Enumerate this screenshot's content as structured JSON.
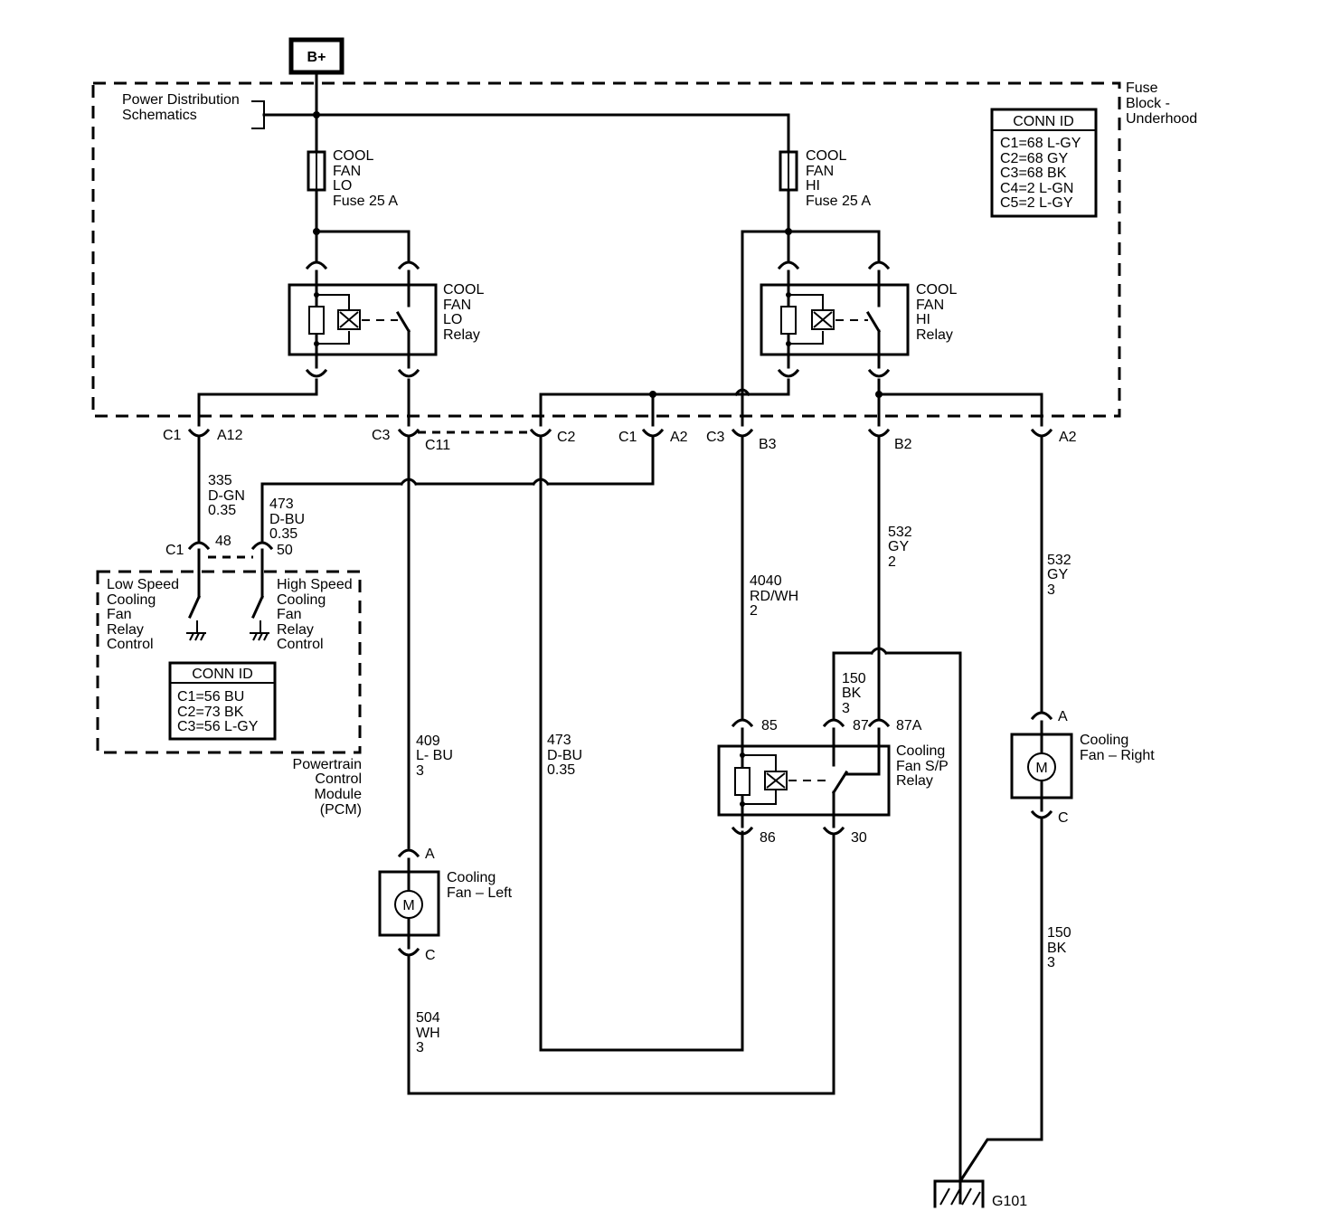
{
  "diagram": {
    "battery": "B+",
    "power_distribution": [
      "Power Distribution",
      "Schematics"
    ],
    "fuse_block_label": [
      "Fuse",
      "Block -",
      "Underhood"
    ],
    "fuse_block_conn": {
      "title": "CONN ID",
      "lines": [
        "C1=68 L-GY",
        "C2=68 GY",
        "C3=68 BK",
        "C4=2 L-GN",
        "C5=2 L-GY"
      ]
    },
    "fuse_lo": [
      "COOL",
      "FAN",
      "LO",
      "Fuse 25 A"
    ],
    "fuse_hi": [
      "COOL",
      "FAN",
      "HI",
      "Fuse 25 A"
    ],
    "relay_lo": [
      "COOL",
      "FAN",
      "LO",
      "Relay"
    ],
    "relay_hi": [
      "COOL",
      "FAN",
      "HI",
      "Relay"
    ],
    "connectors": {
      "c1_a12": [
        "C1",
        "A12"
      ],
      "c3_c11": [
        "C3",
        "C11"
      ],
      "c2": "C2",
      "c1_a2": [
        "C1",
        "A2"
      ],
      "c3_b3": [
        "C3",
        "B3"
      ],
      "b2": "B2",
      "a2_right": "A2",
      "pcm_c1": "C1",
      "pcm_48": "48",
      "pcm_50": "50"
    },
    "wires": {
      "w335": [
        "335",
        "D-GN",
        "0.35"
      ],
      "w473_top": [
        "473",
        "D-BU",
        "0.35"
      ],
      "w409": [
        "409",
        "L- BU",
        "3"
      ],
      "w473_mid": [
        "473",
        "D-BU",
        "0.35"
      ],
      "w4040": [
        "4040",
        "RD/WH",
        "2"
      ],
      "w532_mid": [
        "532",
        "GY",
        "2"
      ],
      "w532_right": [
        "532",
        "GY",
        "3"
      ],
      "w150_relay": [
        "150",
        "BK",
        "3"
      ],
      "w504": [
        "504",
        "WH",
        "3"
      ],
      "w150_right": [
        "150",
        "BK",
        "3"
      ]
    },
    "pcm": {
      "low_speed": [
        "Low Speed",
        "Cooling",
        "Fan",
        "Relay",
        "Control"
      ],
      "high_speed": [
        "High Speed",
        "Cooling",
        "Fan",
        "Relay",
        "Control"
      ],
      "conn_title": "CONN ID",
      "conn_lines": [
        "C1=56 BU",
        "C2=73 BK",
        "C3=56 L-GY"
      ],
      "name": [
        "Powertrain",
        "Control",
        "Module",
        "(PCM)"
      ]
    },
    "sp_relay": {
      "label": [
        "Cooling",
        "Fan S/P",
        "Relay"
      ],
      "pin85": "85",
      "pin87": "87",
      "pin87a": "87A",
      "pin86": "86",
      "pin30": "30"
    },
    "fan_left": {
      "label": [
        "Cooling",
        "Fan – Left"
      ],
      "pin_a": "A",
      "pin_c": "C",
      "motor": "M"
    },
    "fan_right": {
      "label": [
        "Cooling",
        "Fan – Right"
      ],
      "pin_a": "A",
      "pin_c": "C",
      "motor": "M"
    },
    "ground": "G101"
  }
}
